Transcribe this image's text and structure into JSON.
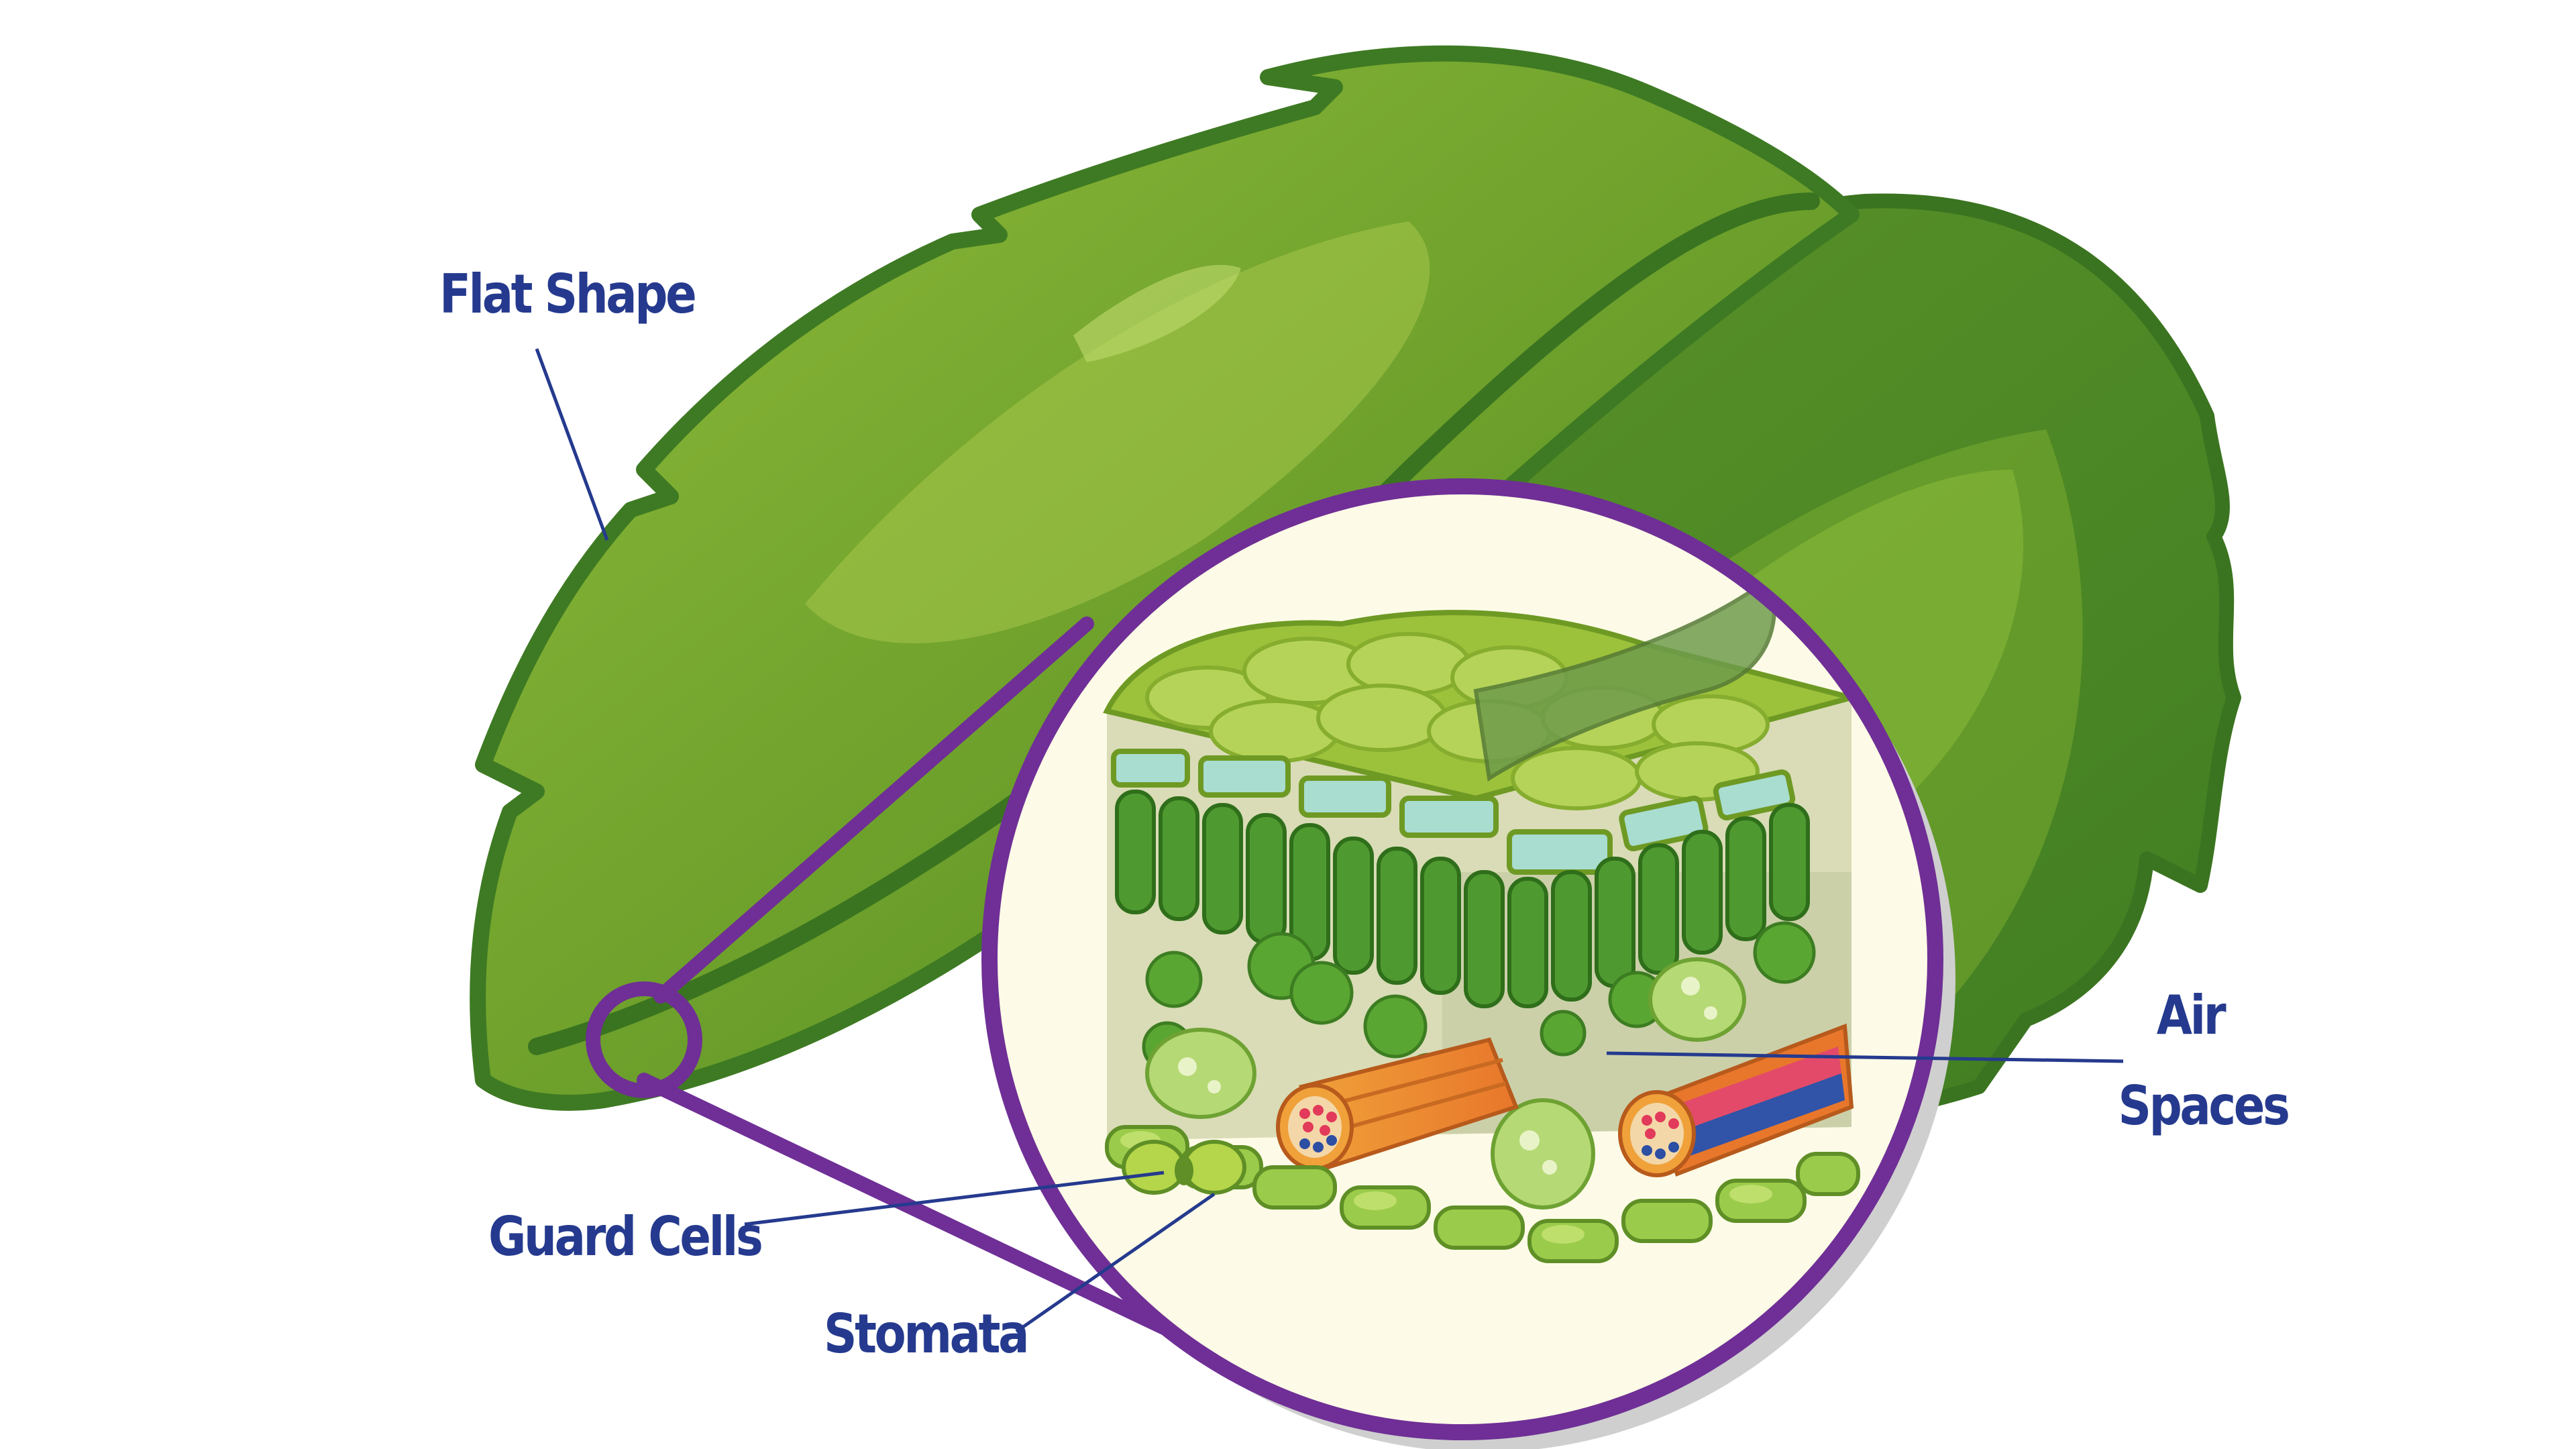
{
  "labels": {
    "flat_shape": "Flat Shape",
    "air": "Air",
    "spaces": "Spaces",
    "guard_cells": "Guard Cells",
    "stomata": "Stomata"
  },
  "colors": {
    "label_text": "#253a8e",
    "leader_line": "#253a8e",
    "magnifier_ring": "#6f2f96",
    "leaf_dark": "#3e7a23",
    "leaf_mid": "#6b9e2b",
    "leaf_light": "#9cc13f",
    "cell_background": "#fdfbe7"
  }
}
